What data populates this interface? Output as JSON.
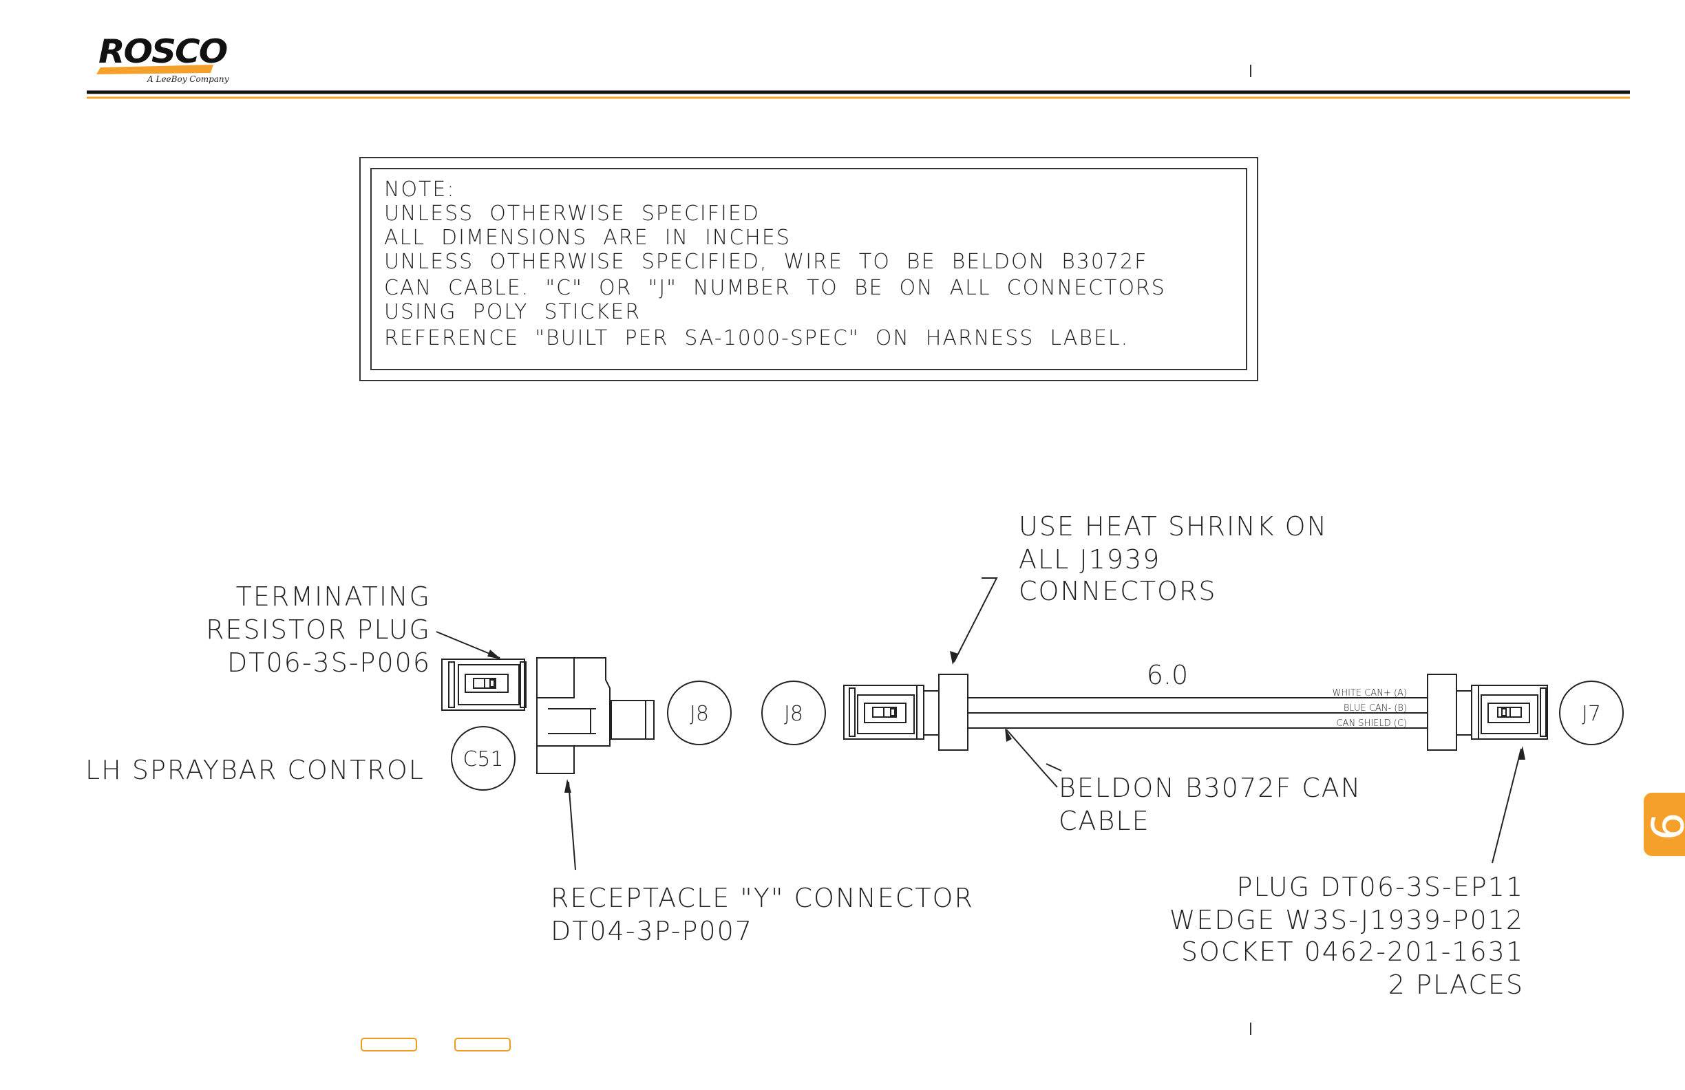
{
  "header": {
    "logo_text": "ROSCO",
    "logo_tagline": "A LeeBoy Company",
    "brand_orange": "#f5a02a",
    "brand_black": "#111111"
  },
  "side_tab": {
    "label": "9"
  },
  "note": {
    "lines": [
      "NOTE:",
      "UNLESS  OTHERWISE  SPECIFIED",
      "ALL  DIMENSIONS  ARE  IN  INCHES",
      "UNLESS  OTHERWISE  SPECIFIED,  WIRE  TO  BE  BELDON  B3072F",
      "CAN  CABLE.  \"C\"  OR  \"J\"  NUMBER  TO  BE  ON  ALL  CONNECTORS",
      "USING  POLY  STICKER",
      "REFERENCE  \"BUILT  PER  SA-1000-SPEC\"  ON  HARNESS  LABEL."
    ]
  },
  "diagram": {
    "labels": {
      "terminating_1": "TERMINATING",
      "terminating_2": "RESISTOR  PLUG",
      "terminating_3": "DT06-3S-P006",
      "lh_spraybar": "LH  SPRAYBAR  CONTROL",
      "c51": "C51",
      "j8_left": "J8",
      "j8_right": "J8",
      "j7": "J7",
      "heat_1": "USE  HEAT  SHRINK  ON",
      "heat_2": "ALL  J1939",
      "heat_3": "CONNECTORS",
      "dimension": "6.0",
      "white_can": "WHITE CAN+  (A)",
      "blue_can": "BLUE  CAN-  (B)",
      "can_shield": "CAN SHIELD  (C)",
      "beldon_1": "BELDON  B3072F  CAN",
      "beldon_2": "CABLE",
      "receptacle_1": "RECEPTACLE  \"Y\"  CONNECTOR",
      "receptacle_2": "DT04-3P-P007",
      "plug_1": "PLUG  DT06-3S-EP11",
      "plug_2": "WEDGE  W3S-J1939-P012",
      "plug_3": "SOCKET  0462-201-1631",
      "plug_4": "2  PLACES"
    }
  }
}
